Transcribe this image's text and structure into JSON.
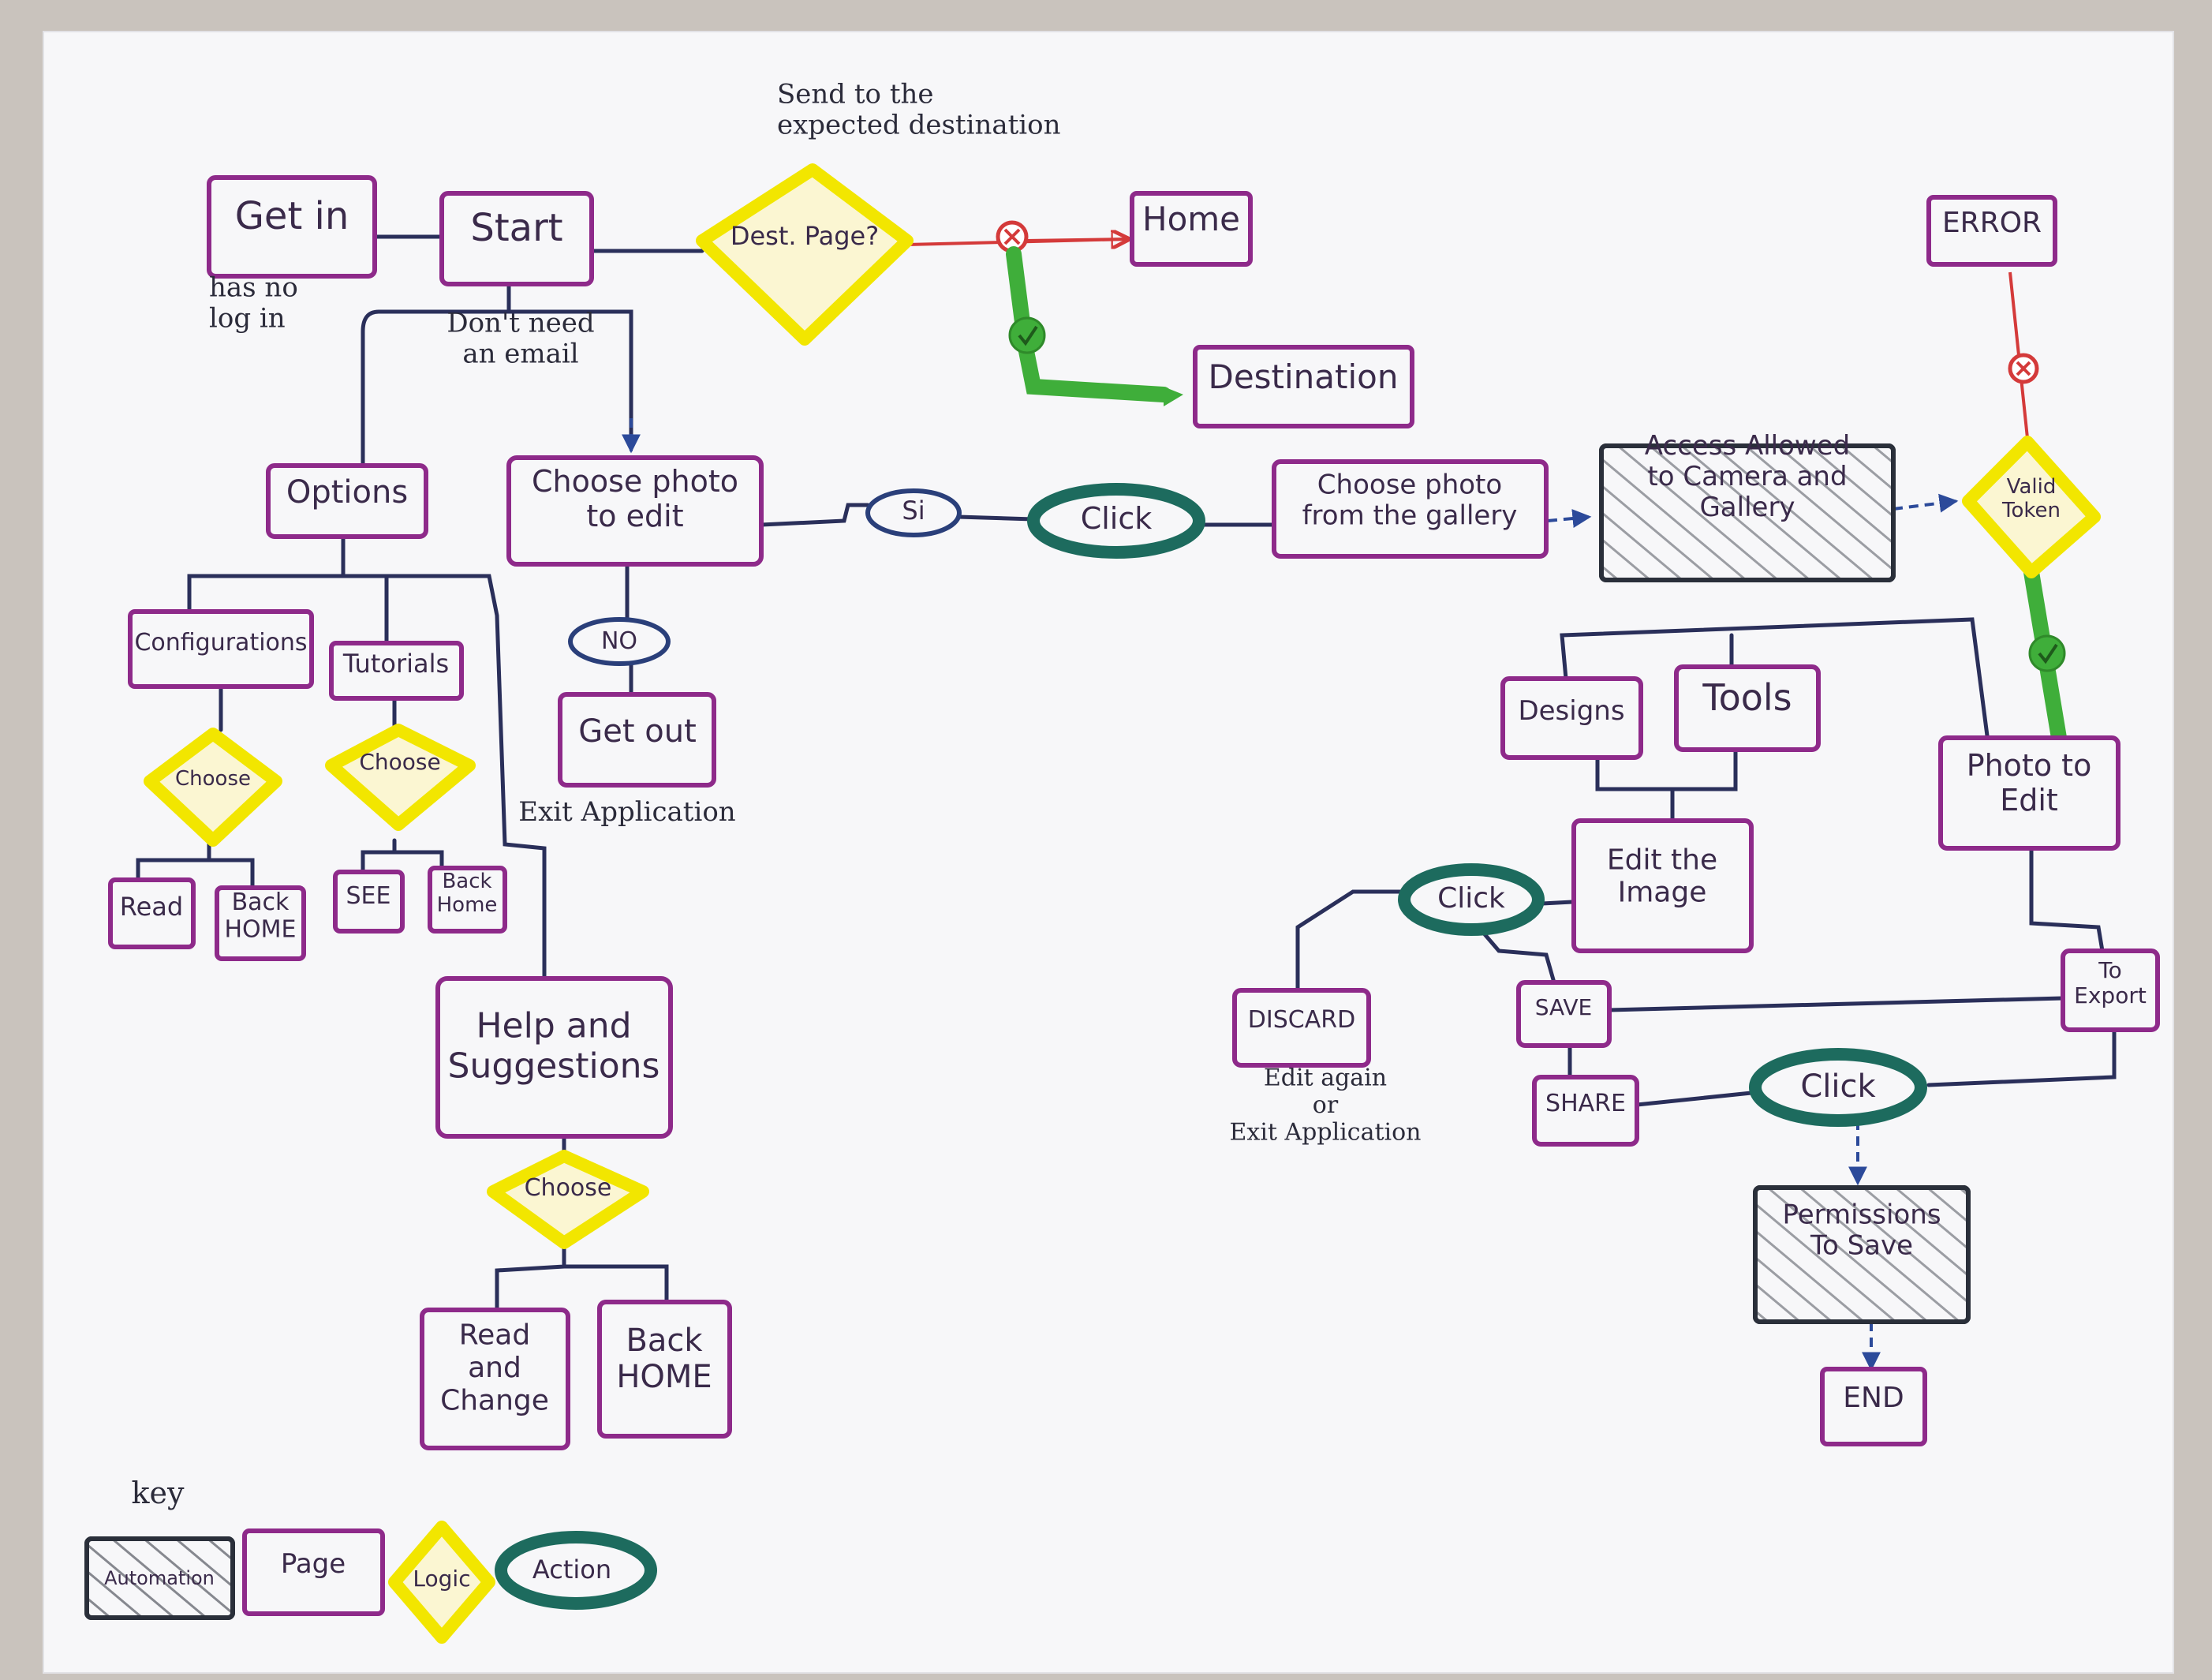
{
  "colors": {
    "paper": "#f7f7f9",
    "page_border": "#8e2a8a",
    "logic_fill": "#f2e600",
    "action_border": "#1d6b5e",
    "ink": "#2a2f5a",
    "yes_path": "#3fae3a",
    "no_path": "#d43a3a",
    "flow_arrow": "#2c4a9a"
  },
  "notes": {
    "send_to": "Send to the\nexpected destination",
    "has_no_login": "has no\nlog in",
    "dont_need_email": "Don't need\nan email",
    "exit_application": "Exit Application",
    "edit_again": "Edit again\nor\nExit Application",
    "key": "key"
  },
  "pages": {
    "get_in": "Get in",
    "start": "Start",
    "home": "Home",
    "destination": "Destination",
    "options": "Options",
    "choose_photo": "Choose photo\nto edit",
    "choose_gallery": "Choose photo\nfrom the gallery",
    "configurations": "Configurations",
    "tutorials": "Tutorials",
    "read": "Read",
    "back_home_1": "Back\nHOME",
    "see": "SEE",
    "back_home_2": "Back\nHome",
    "get_out": "Get out",
    "help": "Help and\nSuggestions",
    "read_change": "Read\nand\nChange",
    "back_home_3": "Back\nHOME",
    "error": "ERROR",
    "designs": "Designs",
    "tools": "Tools",
    "edit_image": "Edit the\nImage",
    "photo_to_edit": "Photo to\nEdit",
    "discard": "DISCARD",
    "save": "SAVE",
    "share": "SHARE",
    "to_export": "To\nExport",
    "end": "END",
    "key_page": "Page"
  },
  "logic": {
    "dest_page": "Dest. Page?",
    "choose_1": "Choose",
    "choose_2": "Choose",
    "choose_3": "Choose",
    "valid_token": "Valid\nToken",
    "key_logic": "Logic"
  },
  "actions": {
    "si": "Si",
    "no": "NO",
    "click_1": "Click",
    "click_2": "Click",
    "click_3": "Click",
    "key_action": "Action"
  },
  "automations": {
    "access": "Access Allowed\nto Camera and\nGallery",
    "permissions": "Permissions\nTo Save",
    "key_automation": "Automation"
  }
}
